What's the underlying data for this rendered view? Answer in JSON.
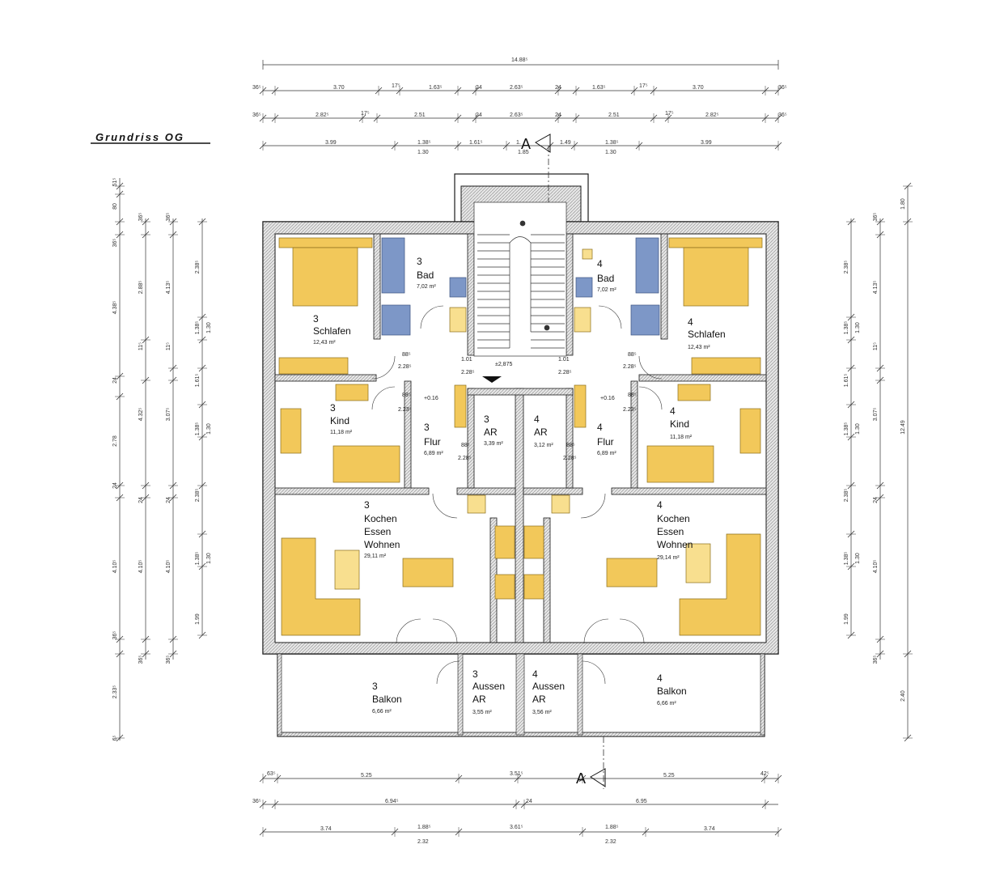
{
  "title": "Grundriss OG",
  "section_mark": "A",
  "stair_level": "±2,875",
  "colors": {
    "wall": "#1a1a1a",
    "wall_fill": "#d0d0d0",
    "furniture": "#f2c85a",
    "furniture_light": "#f8df8f",
    "sanitary": "#7d97c7",
    "dim_line": "#333333"
  },
  "dimensions": {
    "top_overall": "14.88⁵",
    "top_row1": [
      "36⁵",
      "3.70",
      "17⁵",
      "1.63⁵",
      "24",
      "2.63⁵",
      "24",
      "1.63⁵",
      "17⁵",
      "3.70",
      "36⁵"
    ],
    "top_row2": [
      "36⁵",
      "2.82⁵",
      "17⁵",
      "2.51",
      "24",
      "2.63⁵",
      "24",
      "2.51",
      "17⁵",
      "2.82⁵",
      "36⁵"
    ],
    "top_row3": [
      "3.99",
      "1.38⁵",
      "1.61⁵",
      "1.",
      "1.49",
      "1.38⁵",
      "3.99"
    ],
    "top_row3_sub": [
      "1.30",
      "1.85",
      "1.30"
    ],
    "bottom_row1": [
      "63⁵",
      "5.25",
      "3.51⁵",
      "5.25",
      "42⁵"
    ],
    "bottom_row2": [
      "36⁵",
      "6.94⁵",
      "24",
      "6.95"
    ],
    "bottom_row3": [
      "3.74",
      "1.88⁵",
      "3.61⁵",
      "1.88⁵",
      "3.74"
    ],
    "bottom_row3_sub": [
      "2.32",
      "2.32"
    ],
    "left_col1": [
      "51⁵",
      "80",
      "36⁵",
      "4.38⁵",
      "24",
      "2.78",
      "24",
      "4.10⁵",
      "36⁵",
      "2.33⁵",
      "6⁵"
    ],
    "left_col2": [
      "36⁵",
      "2.88⁵",
      "11⁵",
      "4.32⁵",
      "24",
      "4.10⁵",
      "36⁵"
    ],
    "left_col3": [
      "36⁵",
      "4.13⁵",
      "11⁵",
      "3.07⁵",
      "24",
      "4.10⁵",
      "36⁵"
    ],
    "left_col4": [
      "2.38⁵",
      "1.38⁵",
      "1.61⁵",
      "1.38⁵",
      "2.38⁵",
      "1.38⁵",
      "1.99"
    ],
    "left_col4_sub": [
      "1.30",
      "1.30",
      "1.30"
    ],
    "right_col1": [
      "2.38⁵",
      "1.38⁵",
      "1.61⁵",
      "1.38⁵",
      "2.38⁵",
      "1.38⁵",
      "1.99"
    ],
    "right_col1_sub": [
      "1.30",
      "1.30",
      "1.30"
    ],
    "right_col2": [
      "36⁵",
      "4.13⁵",
      "11⁵",
      "3.07⁵",
      "24",
      "4.10⁵",
      "36⁵"
    ],
    "right_col3": [
      "1.80",
      "12.49",
      "2.40"
    ]
  },
  "rooms": [
    {
      "num": "3",
      "name": "Bad",
      "area": "7,02 m²"
    },
    {
      "num": "4",
      "name": "Bad",
      "area": "7,02 m²"
    },
    {
      "num": "3",
      "name": "Schlafen",
      "area": "12,43 m²"
    },
    {
      "num": "4",
      "name": "Schlafen",
      "area": "12,43 m²"
    },
    {
      "num": "3",
      "name": "Kind",
      "area": "11,18 m²"
    },
    {
      "num": "4",
      "name": "Kind",
      "area": "11,18 m²"
    },
    {
      "num": "3",
      "name": "Flur",
      "area": "6,89 m²"
    },
    {
      "num": "4",
      "name": "Flur",
      "area": "6,89 m²"
    },
    {
      "num": "3",
      "name": "AR",
      "area": "3,39 m²"
    },
    {
      "num": "4",
      "name": "AR",
      "area": "3,12 m²"
    },
    {
      "num": "3",
      "name": "Kochen Essen Wohnen",
      "area": "29,11 m²"
    },
    {
      "num": "4",
      "name": "Kochen Essen Wohnen",
      "area": "29,14 m²"
    },
    {
      "num": "3",
      "name": "Balkon",
      "area": "6,66 m²"
    },
    {
      "num": "4",
      "name": "Balkon",
      "area": "6,66 m²"
    },
    {
      "num": "3",
      "name": "Aussen AR",
      "area": "3,55 m²"
    },
    {
      "num": "4",
      "name": "Aussen AR",
      "area": "3,56 m²"
    }
  ],
  "door_dims": [
    "88⁵",
    "2.28⁵",
    "1.01",
    "2.28⁵",
    "1.01",
    "2.28⁵",
    "88⁵",
    "2.28⁵",
    "88⁵",
    "2.23⁵",
    "88⁵",
    "2.23⁵",
    "88⁵",
    "2.28⁵",
    "88⁵",
    "2.28⁵"
  ],
  "levels": [
    "+0.16",
    "+0.16"
  ]
}
